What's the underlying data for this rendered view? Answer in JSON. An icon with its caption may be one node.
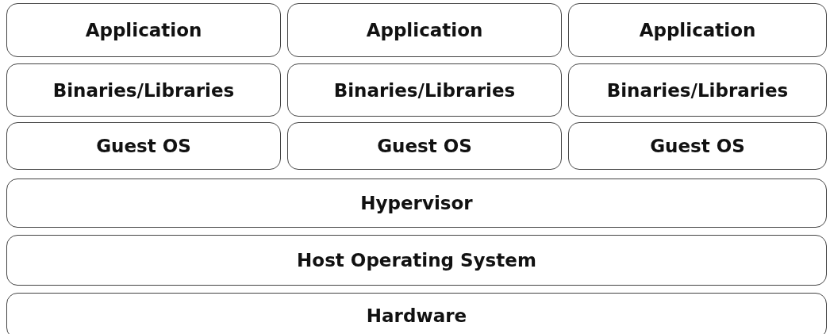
{
  "diagram": {
    "nodes": [
      {
        "text": [
          "Application"
        ]
      },
      {
        "text": [
          "Application"
        ]
      },
      {
        "text": [
          "Application"
        ]
      },
      {
        "text": [
          "Binaries/Libraries"
        ]
      },
      {
        "text": [
          "Binaries/Libraries"
        ]
      },
      {
        "text": [
          "Binaries/Libraries"
        ]
      },
      {
        "text": [
          "Guest OS"
        ]
      },
      {
        "text": [
          "Guest OS"
        ]
      },
      {
        "text": [
          "Guest OS"
        ]
      },
      {
        "text": [
          "Hypervisor"
        ]
      },
      {
        "text": [
          "Host Operating System"
        ]
      },
      {
        "text": [
          "Hardware"
        ]
      }
    ]
  }
}
